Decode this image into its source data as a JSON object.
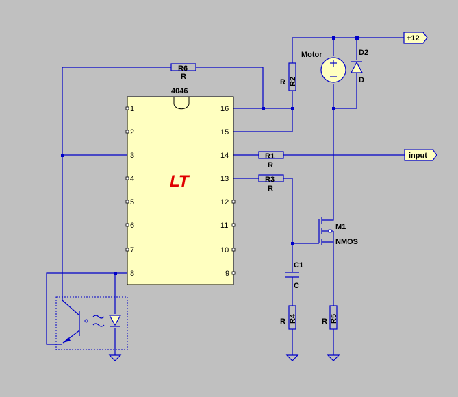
{
  "chip": {
    "name": "4046",
    "logo": "LT",
    "body_color": "#ffffc0"
  },
  "pins_left": [
    "1",
    "2",
    "3",
    "4",
    "5",
    "6",
    "7",
    "8"
  ],
  "pins_right": [
    "16",
    "15",
    "14",
    "13",
    "12",
    "11",
    "10",
    "9"
  ],
  "components": {
    "r6": {
      "ref": "R6",
      "value": "R"
    },
    "r2": {
      "ref": "R2",
      "value": "R"
    },
    "r1": {
      "ref": "R1",
      "value": "R"
    },
    "r3": {
      "ref": "R3",
      "value": "R"
    },
    "r4": {
      "ref": "R4",
      "value": "R"
    },
    "r5": {
      "ref": "R5",
      "value": "R"
    },
    "c1": {
      "ref": "C1",
      "value": "C"
    },
    "m1": {
      "ref": "M1",
      "value": "NMOS"
    },
    "d2": {
      "ref": "D2",
      "value": "D"
    },
    "motor": {
      "label": "Motor"
    }
  },
  "ports": {
    "supply": "+12",
    "input": "input"
  },
  "colors": {
    "background": "#c0c0c0",
    "wire": "#0000c8",
    "logo": "#e00000"
  }
}
